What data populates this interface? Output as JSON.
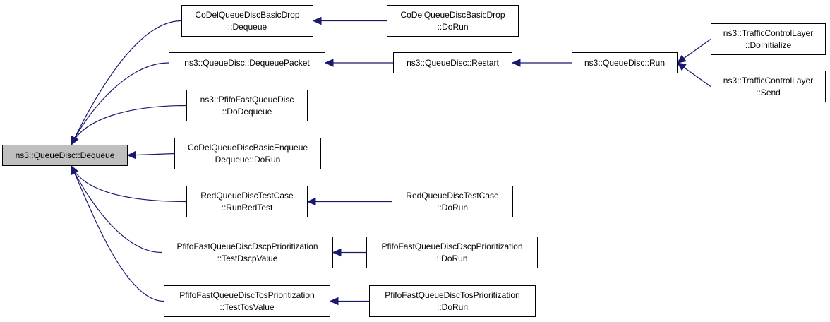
{
  "colors": {
    "edge": "#191970",
    "node_border": "#000000",
    "focus_fill": "#bfbfbf",
    "node_fill": "#ffffff"
  },
  "nodes": {
    "dequeue": {
      "lines": [
        "ns3::QueueDisc::Dequeue"
      ]
    },
    "basicdrop_deq": {
      "lines": [
        "CoDelQueueDiscBasicDrop",
        "::Dequeue"
      ]
    },
    "basicdrop_run": {
      "lines": [
        "CoDelQueueDiscBasicDrop",
        "::DoRun"
      ]
    },
    "dequeuepacket": {
      "lines": [
        "ns3::QueueDisc::DequeuePacket"
      ]
    },
    "restart": {
      "lines": [
        "ns3::QueueDisc::Restart"
      ]
    },
    "run": {
      "lines": [
        "ns3::QueueDisc::Run"
      ]
    },
    "tcl_init": {
      "lines": [
        "ns3::TrafficControlLayer",
        "::DoInitialize"
      ]
    },
    "tcl_send": {
      "lines": [
        "ns3::TrafficControlLayer",
        "::Send"
      ]
    },
    "pfifo_deq": {
      "lines": [
        "ns3::PfifoFastQueueDisc",
        "::DoDequeue"
      ]
    },
    "basicenq_run": {
      "lines": [
        "CoDelQueueDiscBasicEnqueue",
        "Dequeue::DoRun"
      ]
    },
    "red_runred": {
      "lines": [
        "RedQueueDiscTestCase",
        "::RunRedTest"
      ]
    },
    "red_dorun": {
      "lines": [
        "RedQueueDiscTestCase",
        "::DoRun"
      ]
    },
    "dscp_test": {
      "lines": [
        "PfifoFastQueueDiscDscpPrioritization",
        "::TestDscpValue"
      ]
    },
    "dscp_dorun": {
      "lines": [
        "PfifoFastQueueDiscDscpPrioritization",
        "::DoRun"
      ]
    },
    "tos_test": {
      "lines": [
        "PfifoFastQueueDiscTosPrioritization",
        "::TestTosValue"
      ]
    },
    "tos_dorun": {
      "lines": [
        "PfifoFastQueueDiscTosPrioritization",
        "::DoRun"
      ]
    }
  },
  "edges": [
    [
      "basicdrop_deq",
      "dequeue"
    ],
    [
      "dequeuepacket",
      "dequeue"
    ],
    [
      "pfifo_deq",
      "dequeue"
    ],
    [
      "basicenq_run",
      "dequeue"
    ],
    [
      "red_runred",
      "dequeue"
    ],
    [
      "dscp_test",
      "dequeue"
    ],
    [
      "tos_test",
      "dequeue"
    ],
    [
      "basicdrop_run",
      "basicdrop_deq"
    ],
    [
      "restart",
      "dequeuepacket"
    ],
    [
      "run",
      "restart"
    ],
    [
      "tcl_init",
      "run"
    ],
    [
      "tcl_send",
      "run"
    ],
    [
      "red_dorun",
      "red_runred"
    ],
    [
      "dscp_dorun",
      "dscp_test"
    ],
    [
      "tos_dorun",
      "tos_test"
    ]
  ]
}
